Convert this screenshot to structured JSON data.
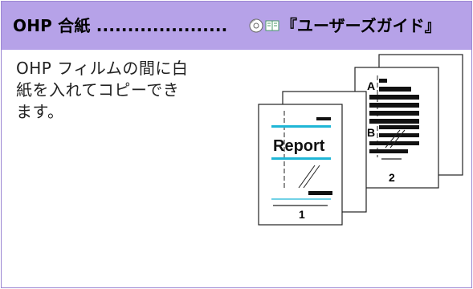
{
  "header": {
    "title": "OHP 合紙 .....................",
    "link_label": "『ユーザーズガイド』",
    "icons": [
      "cd-icon",
      "book-icon"
    ]
  },
  "body": {
    "text": "OHP フィルムの間に白\n紙を入れてコピーでき\nます。"
  },
  "illustration": {
    "front_page_title": "Report",
    "front_page_number": "1",
    "back_page_number": "2",
    "label_a": "A",
    "label_b": "B"
  },
  "colors": {
    "header_bg": "#b6a2e8",
    "border": "#9b86d2",
    "accent_line": "#1fb6d6"
  }
}
